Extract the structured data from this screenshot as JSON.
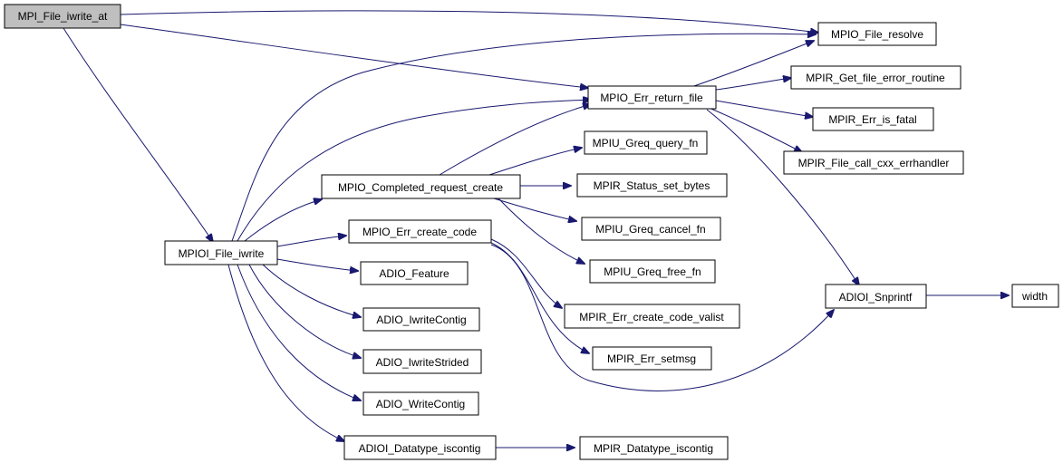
{
  "colors": {
    "edge": "#191970",
    "node_border": "#000000",
    "node_fill": "#ffffff",
    "root_fill": "#bfbfbf"
  },
  "nodes": {
    "mpi_file_iwrite_at": "MPI_File_iwrite_at",
    "mpio_file_resolve": "MPIO_File_resolve",
    "mpio_err_return_file": "MPIO_Err_return_file",
    "mpir_get_file_error_routine": "MPIR_Get_file_error_routine",
    "mpir_err_is_fatal": "MPIR_Err_is_fatal",
    "mpir_file_call_cxx_errhandler": "MPIR_File_call_cxx_errhandler",
    "mpiu_greq_query_fn": "MPIU_Greq_query_fn",
    "mpio_completed_request_create": "MPIO_Completed_request_create",
    "mpir_status_set_bytes": "MPIR_Status_set_bytes",
    "mpiu_greq_cancel_fn": "MPIU_Greq_cancel_fn",
    "mpioi_file_iwrite": "MPIOI_File_iwrite",
    "mpio_err_create_code": "MPIO_Err_create_code",
    "mpiu_greq_free_fn": "MPIU_Greq_free_fn",
    "adio_feature": "ADIO_Feature",
    "adioi_snprintf": "ADIOI_Snprintf",
    "width": "width",
    "mpir_err_create_code_valist": "MPIR_Err_create_code_valist",
    "adio_iwritecontig": "ADIO_IwriteContig",
    "mpir_err_setmsg": "MPIR_Err_setmsg",
    "adio_iwritestrided": "ADIO_IwriteStrided",
    "adio_writecontig": "ADIO_WriteContig",
    "adioi_datatype_iscontig": "ADIOI_Datatype_iscontig",
    "mpir_datatype_iscontig": "MPIR_Datatype_iscontig"
  }
}
